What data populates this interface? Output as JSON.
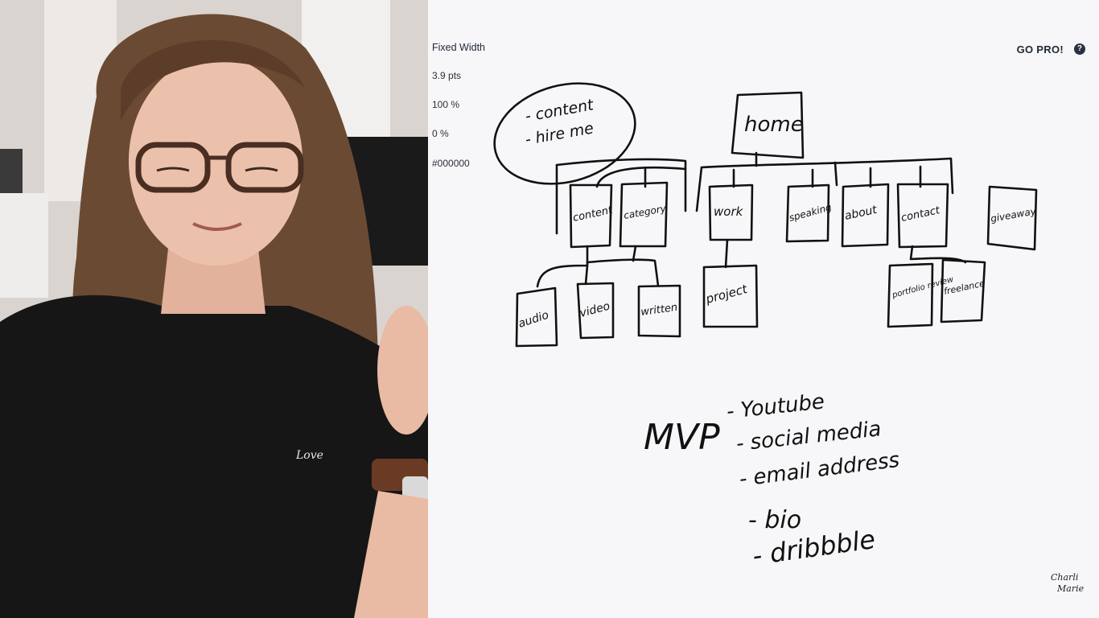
{
  "toolbar": {
    "line_style": "Fixed Width",
    "stroke_size": "3.9 pts",
    "opacity": "100 %",
    "smoothing": "0 %",
    "color": "#000000",
    "go_pro": "GO PRO!",
    "help": "?"
  },
  "sketch": {
    "note_lines": [
      "- content",
      "- hire me"
    ],
    "root": "home",
    "level1": [
      "content",
      "category",
      "work",
      "speaking",
      "about",
      "contact",
      "giveaway"
    ],
    "content_children": [
      "audio",
      "video",
      "written"
    ],
    "work_children": [
      "project"
    ],
    "contact_children": [
      "portfolio review",
      "freelance"
    ],
    "mvp_label": "MVP",
    "mvp_items": [
      "- Youtube",
      "- social media",
      "- email address",
      "- bio",
      "- dribbble"
    ]
  },
  "watermark": {
    "line1": "Charli",
    "line2": "Marie"
  },
  "colors": {
    "ink": "#111111",
    "ui_text": "#1f2735",
    "canvas": "#f7f7f9"
  }
}
